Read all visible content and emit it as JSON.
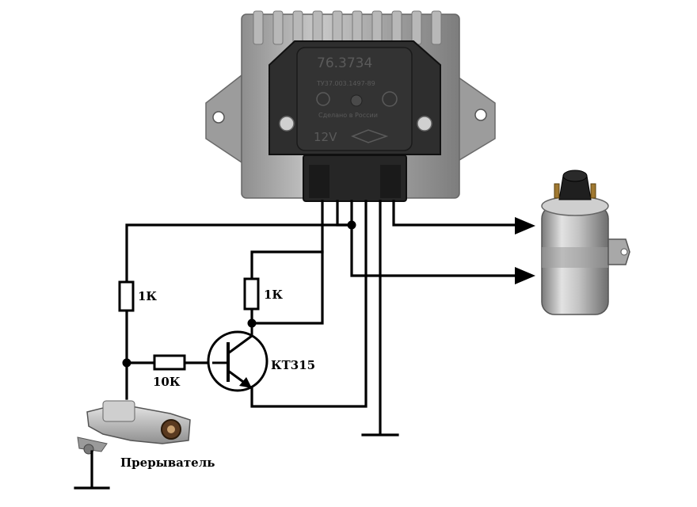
{
  "diagram": {
    "module": {
      "part_number": "76.3734",
      "spec": "ТУ37.003.1497-89",
      "made_in": "Сделано в России",
      "voltage": "12V"
    },
    "components": {
      "r1": "1К",
      "r2": "1К",
      "r3": "10К",
      "transistor": "КТ315",
      "breaker": "Прерыватель"
    },
    "colors": {
      "wire": "#000000",
      "module_metal": "#a9a9a9",
      "module_plastic": "#2b2b2b",
      "coil_body": "#b8b8b8"
    }
  }
}
